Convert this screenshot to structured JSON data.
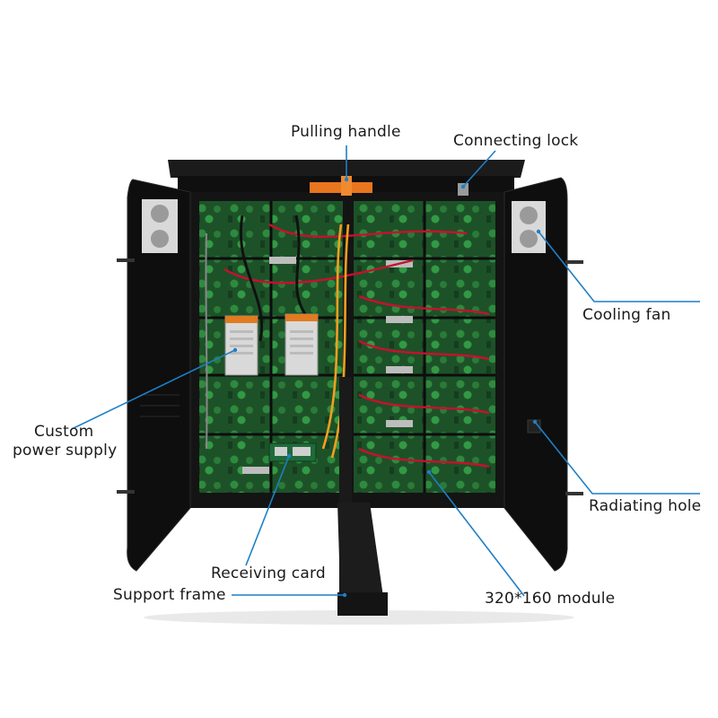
{
  "diagram": {
    "labels": {
      "pulling_handle": "Pulling handle",
      "connecting_lock": "Connecting lock",
      "cooling_fan": "Cooling fan",
      "custom_power_supply_line1": "Custom",
      "custom_power_supply_line2": "power supply",
      "radiating_hole": "Radiating hole",
      "receiving_card": "Receiving card",
      "support_frame": "Support frame",
      "module": "320*160 module"
    },
    "colors": {
      "leader_line": "#1f7fc6",
      "cabinet": "#161616",
      "led_module": "#1f5a2c",
      "cable": "#c8102e",
      "handle": "#e8761e"
    }
  }
}
